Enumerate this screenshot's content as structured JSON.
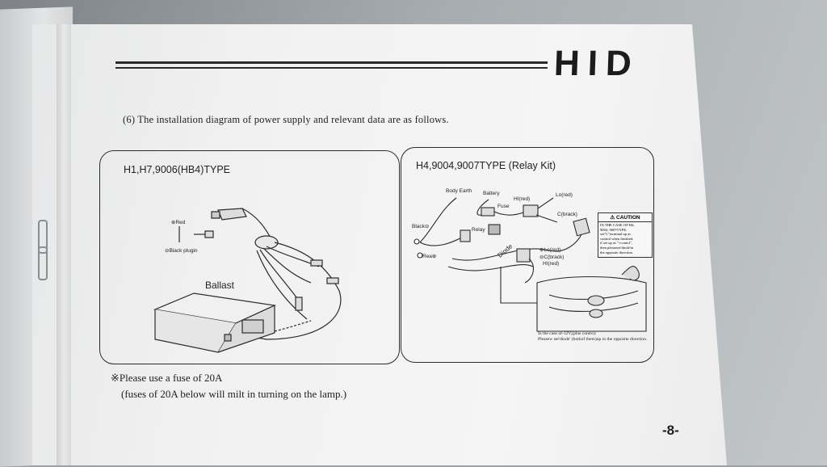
{
  "header": {
    "brand": "HID"
  },
  "intro": "(6) The installation diagram of power supply and relevant data are as follows.",
  "panel_left": {
    "title": "H1,H7,9006(HB4)TYPE",
    "labels": {
      "red": "⊕Red",
      "black": "⊖Black plugin",
      "ballast": "Ballast"
    }
  },
  "panel_right": {
    "title": "H4,9004,9007TYPE   (Relay Kit)",
    "labels": {
      "body_earth": "Body Earth",
      "battery": "Battery",
      "fuse": "Fuse",
      "black": "Black⊖",
      "red": "Rea⊕",
      "relay": "Relay",
      "diode": "Diode",
      "hi_red_top": "HI(red)",
      "lo_red_top": "Lo(red)",
      "c_brack_top": "C(brack)",
      "lo_red": "⊕Lo(red)",
      "c_brack": "⊖C(brack)",
      "hi_red": "HI(red)"
    },
    "caution": {
      "title": "⚠ CAUTION",
      "lines": [
        "IN THE CASE OF H4,",
        "9004, 9007TYPE:",
        "set\"C\"terminal up as",
        "control when finished,",
        "if set up as \"+contol\",",
        "then pleaseset'diode'in",
        "the opposite direction."
      ]
    },
    "footnote": [
      "In the case of-12V,(plus contro):",
      "Pleasew set'diode' (bothof them)up in the opposite direction."
    ]
  },
  "notes": {
    "line1": "※Please use a fuse of  20A",
    "line2": "(fuses of 20A below will milt in turning on the lamp.)"
  },
  "page_number": "-8-"
}
